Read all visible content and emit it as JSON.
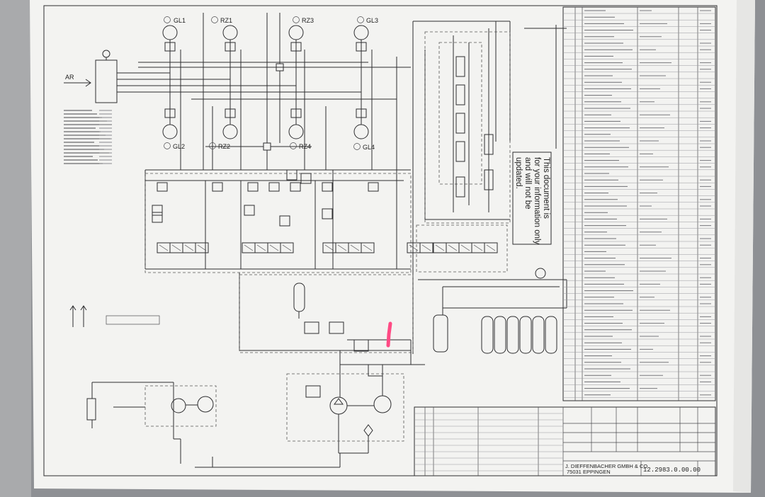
{
  "document": {
    "component_labels": {
      "gl1": "GL1",
      "rz1": "RZ1",
      "rz3": "RZ3",
      "gl3": "GL3",
      "gl2": "GL2",
      "rz2": "RZ2",
      "rz4": "RZ4",
      "gl4": "GL4"
    },
    "inlet_label": "AR",
    "notice": [
      "This document is",
      "for your information only",
      "and will not be",
      "updated."
    ],
    "title_block": {
      "company": "J. DIEFFENBACHER GMBH & CO",
      "city": "75031 EPPINGEN",
      "drawing_number": "12.2983.0.00.00"
    }
  },
  "colors": {
    "background": "#8e9094",
    "paper": "#f3f3f1",
    "ink": "#2e2e30",
    "highlight_marker": "#ff4a84"
  }
}
